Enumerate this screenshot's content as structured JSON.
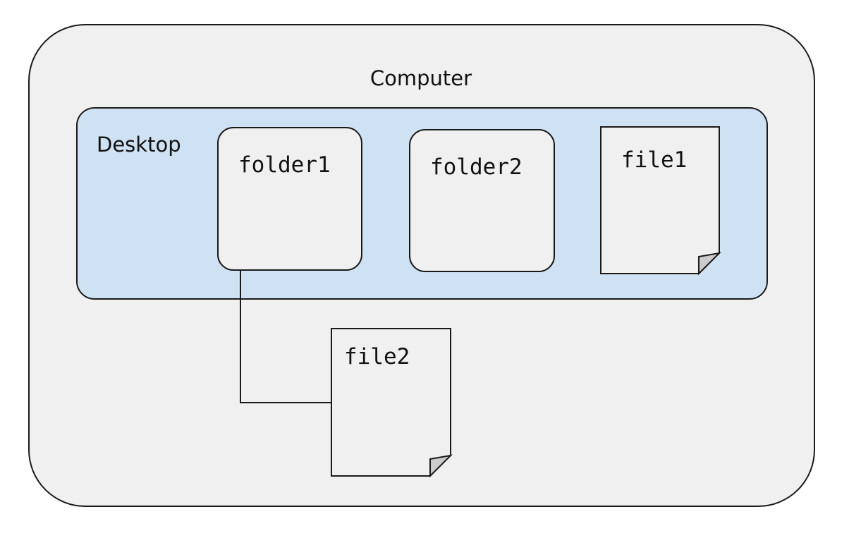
{
  "diagram": {
    "type": "nested-container-diagram",
    "background_color": "#ffffff",
    "stroke_color": "#1a1a1a",
    "containers": [
      {
        "id": "computer",
        "label": "Computer",
        "shape": "rounded-rectangle",
        "fill_color": "#f0f0f0",
        "label_position": "top-center"
      },
      {
        "id": "desktop",
        "label": "Desktop",
        "shape": "rounded-rectangle",
        "fill_color": "#cfe2f3",
        "label_position": "top-left"
      }
    ],
    "nodes": [
      {
        "id": "folder1",
        "label": "folder1",
        "shape": "rounded-rectangle",
        "fill_color": "#f0f0f0",
        "parent": "desktop"
      },
      {
        "id": "folder2",
        "label": "folder2",
        "shape": "rounded-rectangle",
        "fill_color": "#f0f0f0",
        "parent": "desktop"
      },
      {
        "id": "file1",
        "label": "file1",
        "shape": "document-folded-corner",
        "fill_color": "#f0f0f0",
        "fold_color": "#cccccc",
        "parent": "desktop"
      },
      {
        "id": "file2",
        "label": "file2",
        "shape": "document-folded-corner",
        "fill_color": "#f0f0f0",
        "fold_color": "#cccccc",
        "parent": "computer"
      }
    ],
    "edges": [
      {
        "id": "folder1-to-file2",
        "from": "folder1",
        "to": "file2",
        "style": "orthogonal",
        "arrowhead": "none"
      }
    ]
  }
}
